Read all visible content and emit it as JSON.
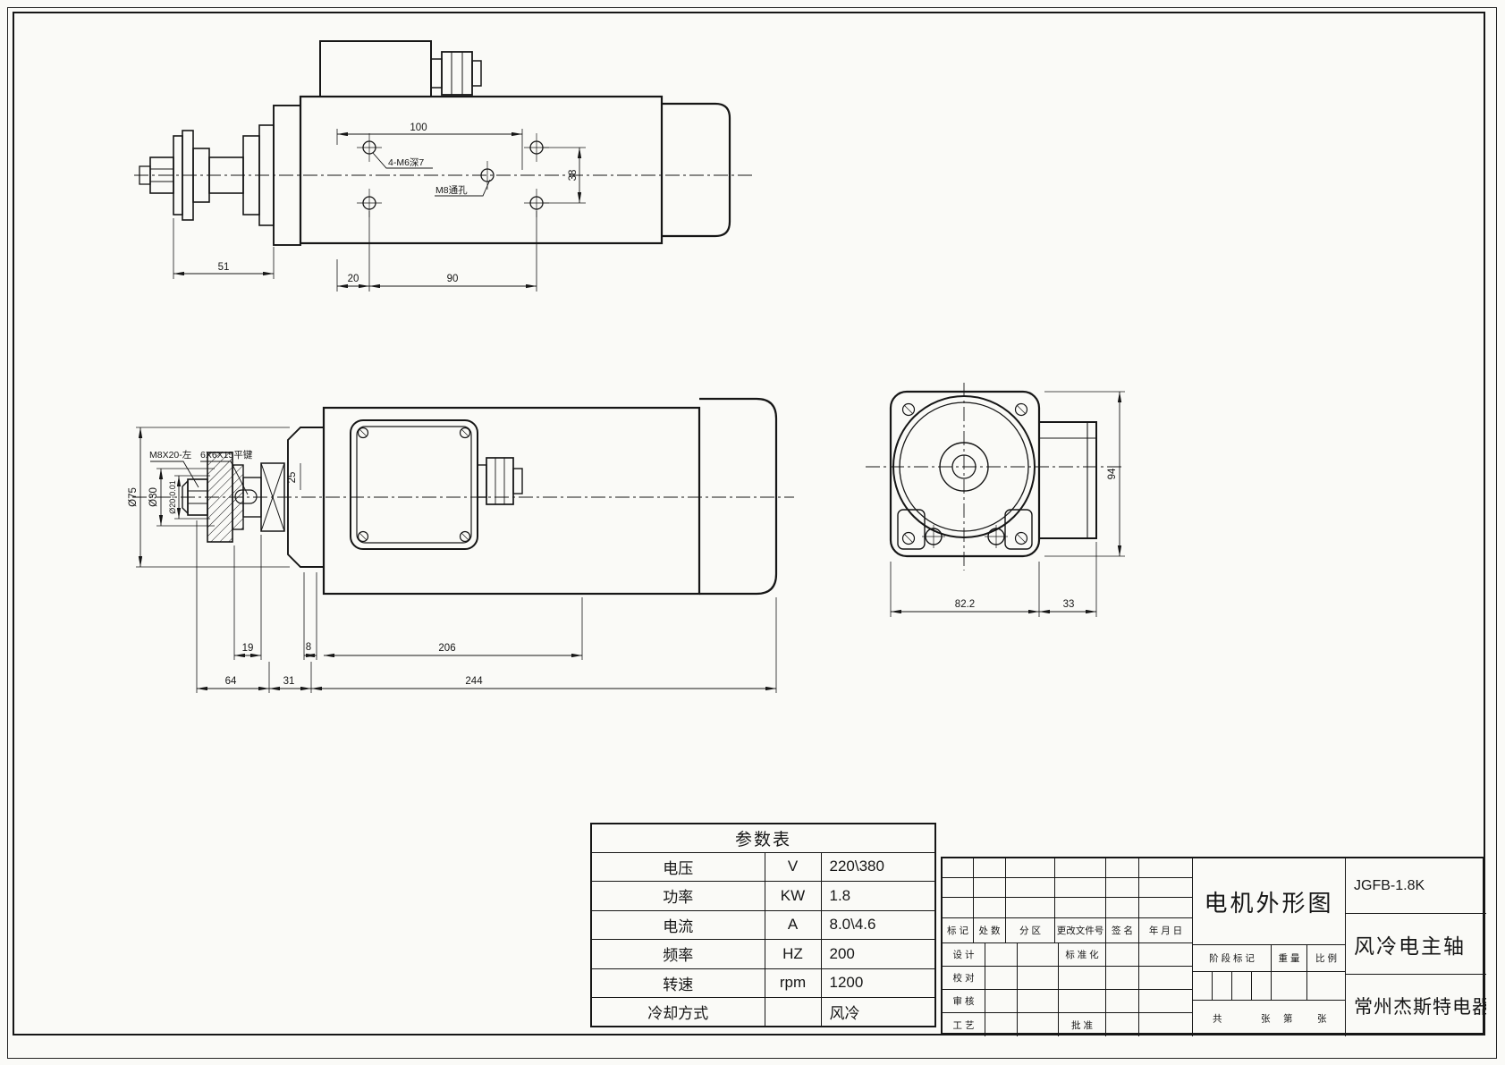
{
  "page": {
    "background": "#fafaf7",
    "line_color": "#161616"
  },
  "views": {
    "top": {
      "dims": {
        "d100": "100",
        "d38": "38",
        "d51": "51",
        "d20": "20",
        "d90": "90"
      },
      "labels": {
        "corner_holes": "4-M6深7",
        "center_hole": "M8通孔"
      }
    },
    "side": {
      "dims": {
        "d19": "19",
        "d8": "8",
        "d206": "206",
        "d64": "64",
        "d31": "31",
        "d244": "244",
        "d25": "25",
        "dia75": "Ø75",
        "dia30": "Ø30",
        "dia20": "Ø20-0.01"
      },
      "labels": {
        "bolt": "M8X20-左",
        "key": "6X6X15平键"
      }
    },
    "end": {
      "dims": {
        "d82": "82.2",
        "d33": "33",
        "d94": "94"
      }
    }
  },
  "param_table": {
    "title": "参数表",
    "rows": [
      {
        "name": "电压",
        "unit": "V",
        "value": "220\\380"
      },
      {
        "name": "功率",
        "unit": "KW",
        "value": "1.8"
      },
      {
        "name": "电流",
        "unit": "A",
        "value": "8.0\\4.6"
      },
      {
        "name": "频率",
        "unit": "HZ",
        "value": "200"
      },
      {
        "name": "转速",
        "unit": "rpm",
        "value": "1200"
      },
      {
        "name": "冷却方式",
        "unit": "",
        "value": "风冷"
      }
    ]
  },
  "title_block": {
    "rev_headers": [
      "标 记",
      "处 数",
      "分  区",
      "更改文件号",
      "签 名",
      "年 月 日"
    ],
    "roles": [
      "设 计",
      "校 对",
      "审 核",
      "工 艺"
    ],
    "std": "标 准 化",
    "approve": "批 准",
    "drawing_title": "电机外形图",
    "stage_label": "阶 段 标 记",
    "weight_label": "重 量",
    "scale_label": "比 例",
    "sheet": [
      "共",
      "张",
      "第",
      "张"
    ],
    "model": "JGFB-1.8K",
    "product": "风冷电主轴",
    "company": "常州杰斯特电器"
  }
}
